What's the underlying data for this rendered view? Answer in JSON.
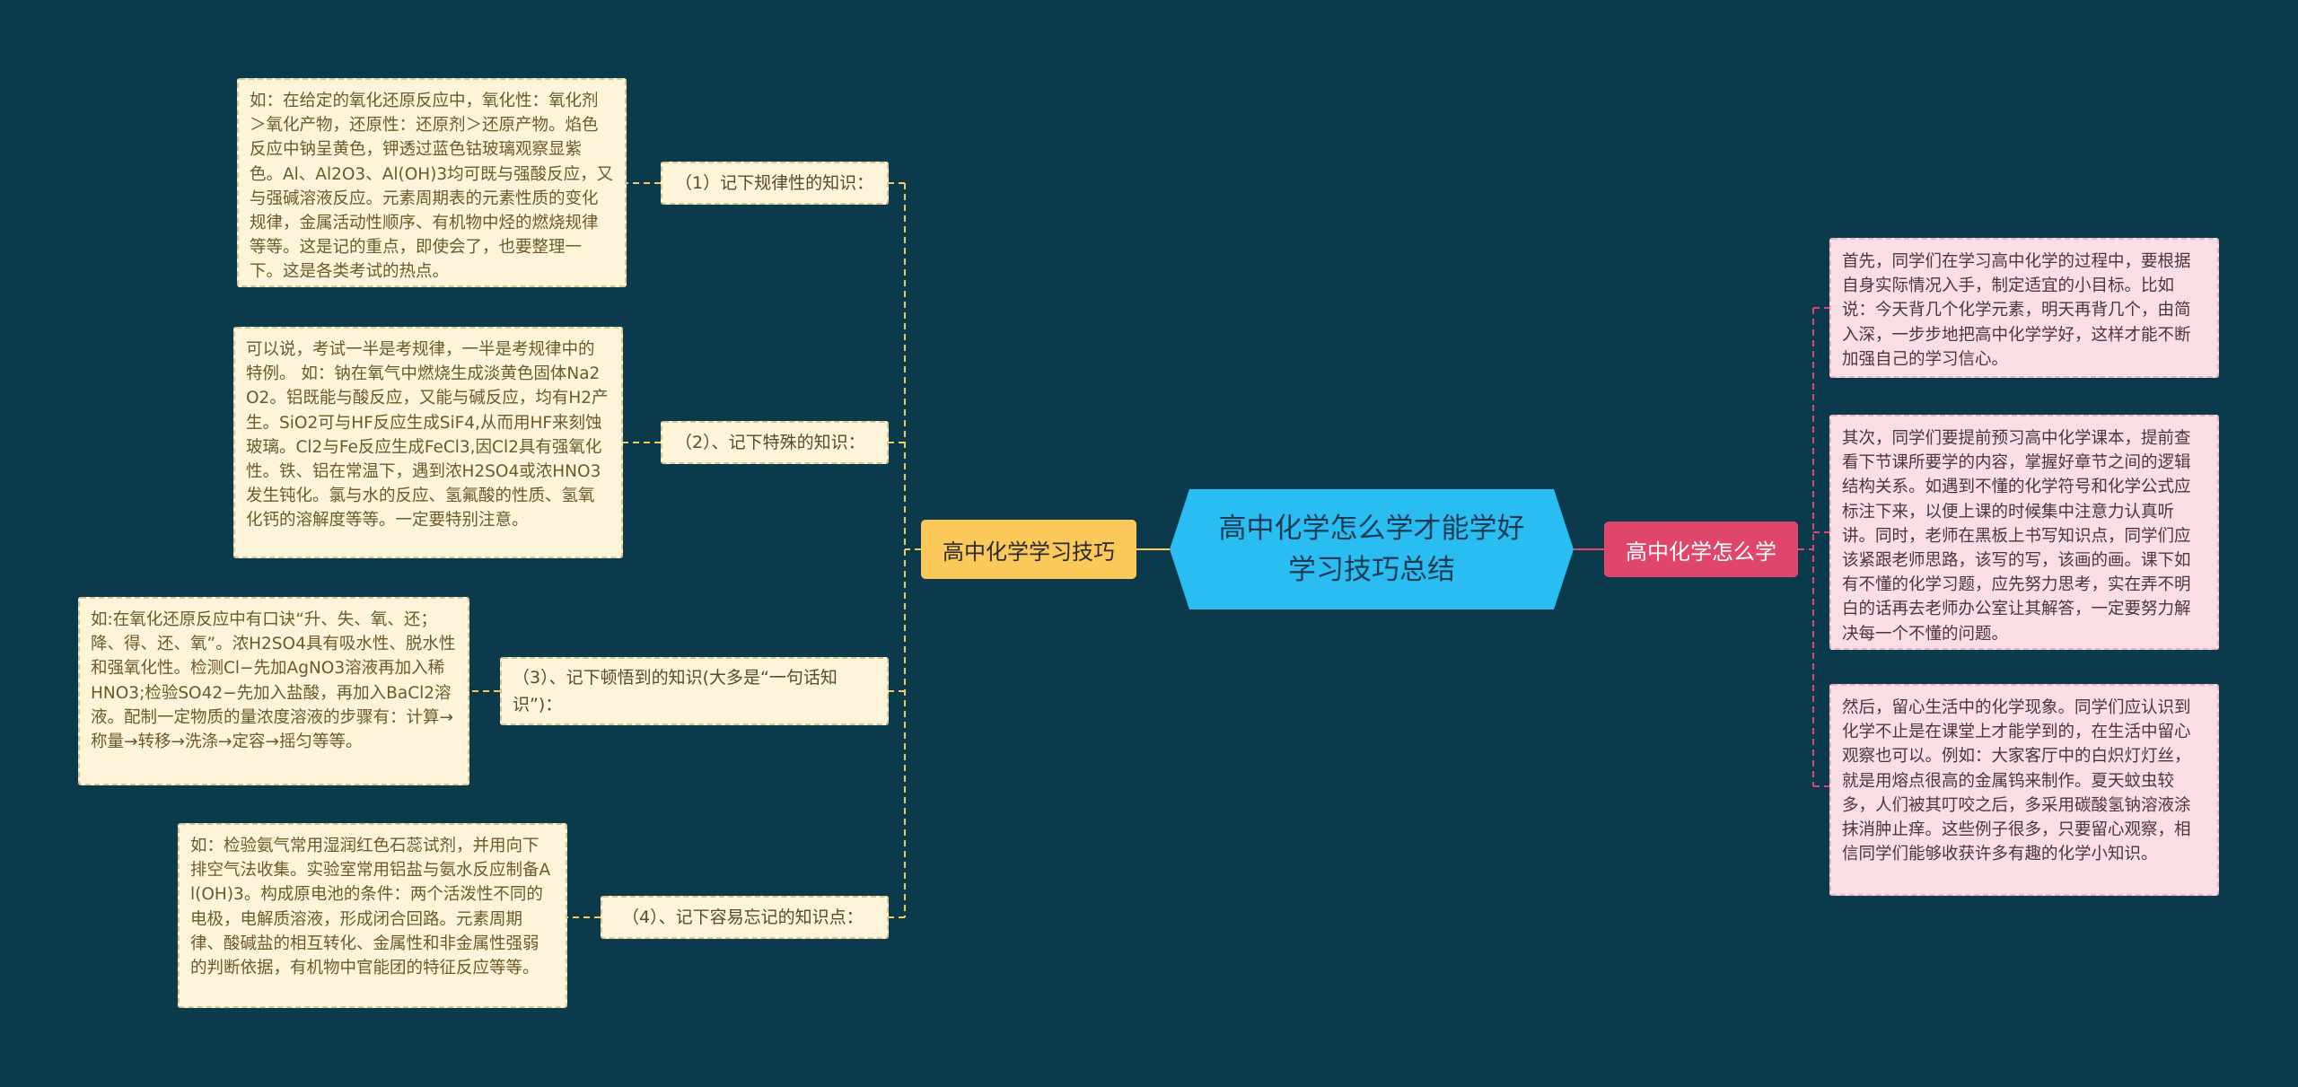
{
  "root": {
    "title": "高中化学怎么学才能学好学习技巧总结"
  },
  "left_branch": {
    "label": "高中化学学习技巧",
    "items": [
      {
        "heading": "（1）记下规律性的知识：",
        "content": "如：在给定的氧化还原反应中，氧化性：氧化剂＞氧化产物，还原性：还原剂＞还原产物。焰色反应中钠呈黄色，钾透过蓝色钴玻璃观察显紫色。Al、Al2O3、Al(OH)3均可既与强酸反应，又与强碱溶液反应。元素周期表的元素性质的变化规律，金属活动性顺序、有机物中烃的燃烧规律等等。这是记的重点，即使会了，也要整理一下。这是各类考试的热点。"
      },
      {
        "heading": "（2）、记下特殊的知识：",
        "content": "可以说，考试一半是考规律，一半是考规律中的特例。 如：钠在氧气中燃烧生成淡黄色固体Na2O2。铝既能与酸反应，又能与碱反应，均有H2产生。SiO2可与HF反应生成SiF4,从而用HF来刻蚀玻璃。Cl2与Fe反应生成FeCl3,因Cl2具有强氧化性。铁、铝在常温下，遇到浓H2SO4或浓HNO3发生钝化。氯与水的反应、氢氟酸的性质、氢氧化钙的溶解度等等。一定要特别注意。"
      },
      {
        "heading": "（3）、记下顿悟到的知识(大多是“一句话知识”)：",
        "content": "如:在氧化还原反应中有口诀“升、失、氧、还；降、得、还、氧”。浓H2SO4具有吸水性、脱水性和强氧化性。检测Cl−先加AgNO3溶液再加入稀HNO3;检验SO42−先加入盐酸，再加入BaCl2溶液。配制一定物质的量浓度溶液的步骤有：计算→称量→转移→洗涤→定容→摇匀等等。"
      },
      {
        "heading": "（4）、记下容易忘记的知识点：",
        "content": "如：检验氨气常用湿润红色石蕊试剂，并用向下排空气法收集。实验室常用铝盐与氨水反应制备Al(OH)3。构成原电池的条件：两个活泼性不同的电极，电解质溶液，形成闭合回路。元素周期律、酸碱盐的相互转化、金属性和非金属性强弱的判断依据，有机物中官能团的特征反应等等。"
      }
    ]
  },
  "right_branch": {
    "label": "高中化学怎么学",
    "items": [
      "首先，同学们在学习高中化学的过程中，要根据自身实际情况入手，制定适宜的小目标。比如说：今天背几个化学元素，明天再背几个，由简入深，一步步地把高中化学学好，这样才能不断加强自己的学习信心。",
      "其次，同学们要提前预习高中化学课本，提前查看下节课所要学的内容，掌握好章节之间的逻辑结构关系。如遇到不懂的化学符号和化学公式应标注下来，以便上课的时候集中注意力认真听讲。同时，老师在黑板上书写知识点，同学们应该紧跟老师思路，该写的写，该画的画。课下如有不懂的化学习题，应先努力思考，实在弄不明白的话再去老师办公室让其解答，一定要努力解决每一个不懂的问题。",
      "然后，留心生活中的化学现象。同学们应认识到化学不止是在课堂上才能学到的，在生活中留心观察也可以。例如：大家客厅中的白炽灯灯丝，就是用熔点很高的金属钨来制作。夏天蚊虫较多，人们被其叮咬之后，多采用碳酸氢钠溶液涂抹消肿止痒。这些例子很多，只要留心观察，相信同学们能够收获许多有趣的化学小知识。"
    ]
  },
  "colors": {
    "background": "#0b3a4d",
    "root": "#29bdf2",
    "left_branch": "#fbc95a",
    "right_branch": "#e0456c",
    "left_leaf": "#fdf4d9",
    "right_leaf": "#fbdde4"
  }
}
